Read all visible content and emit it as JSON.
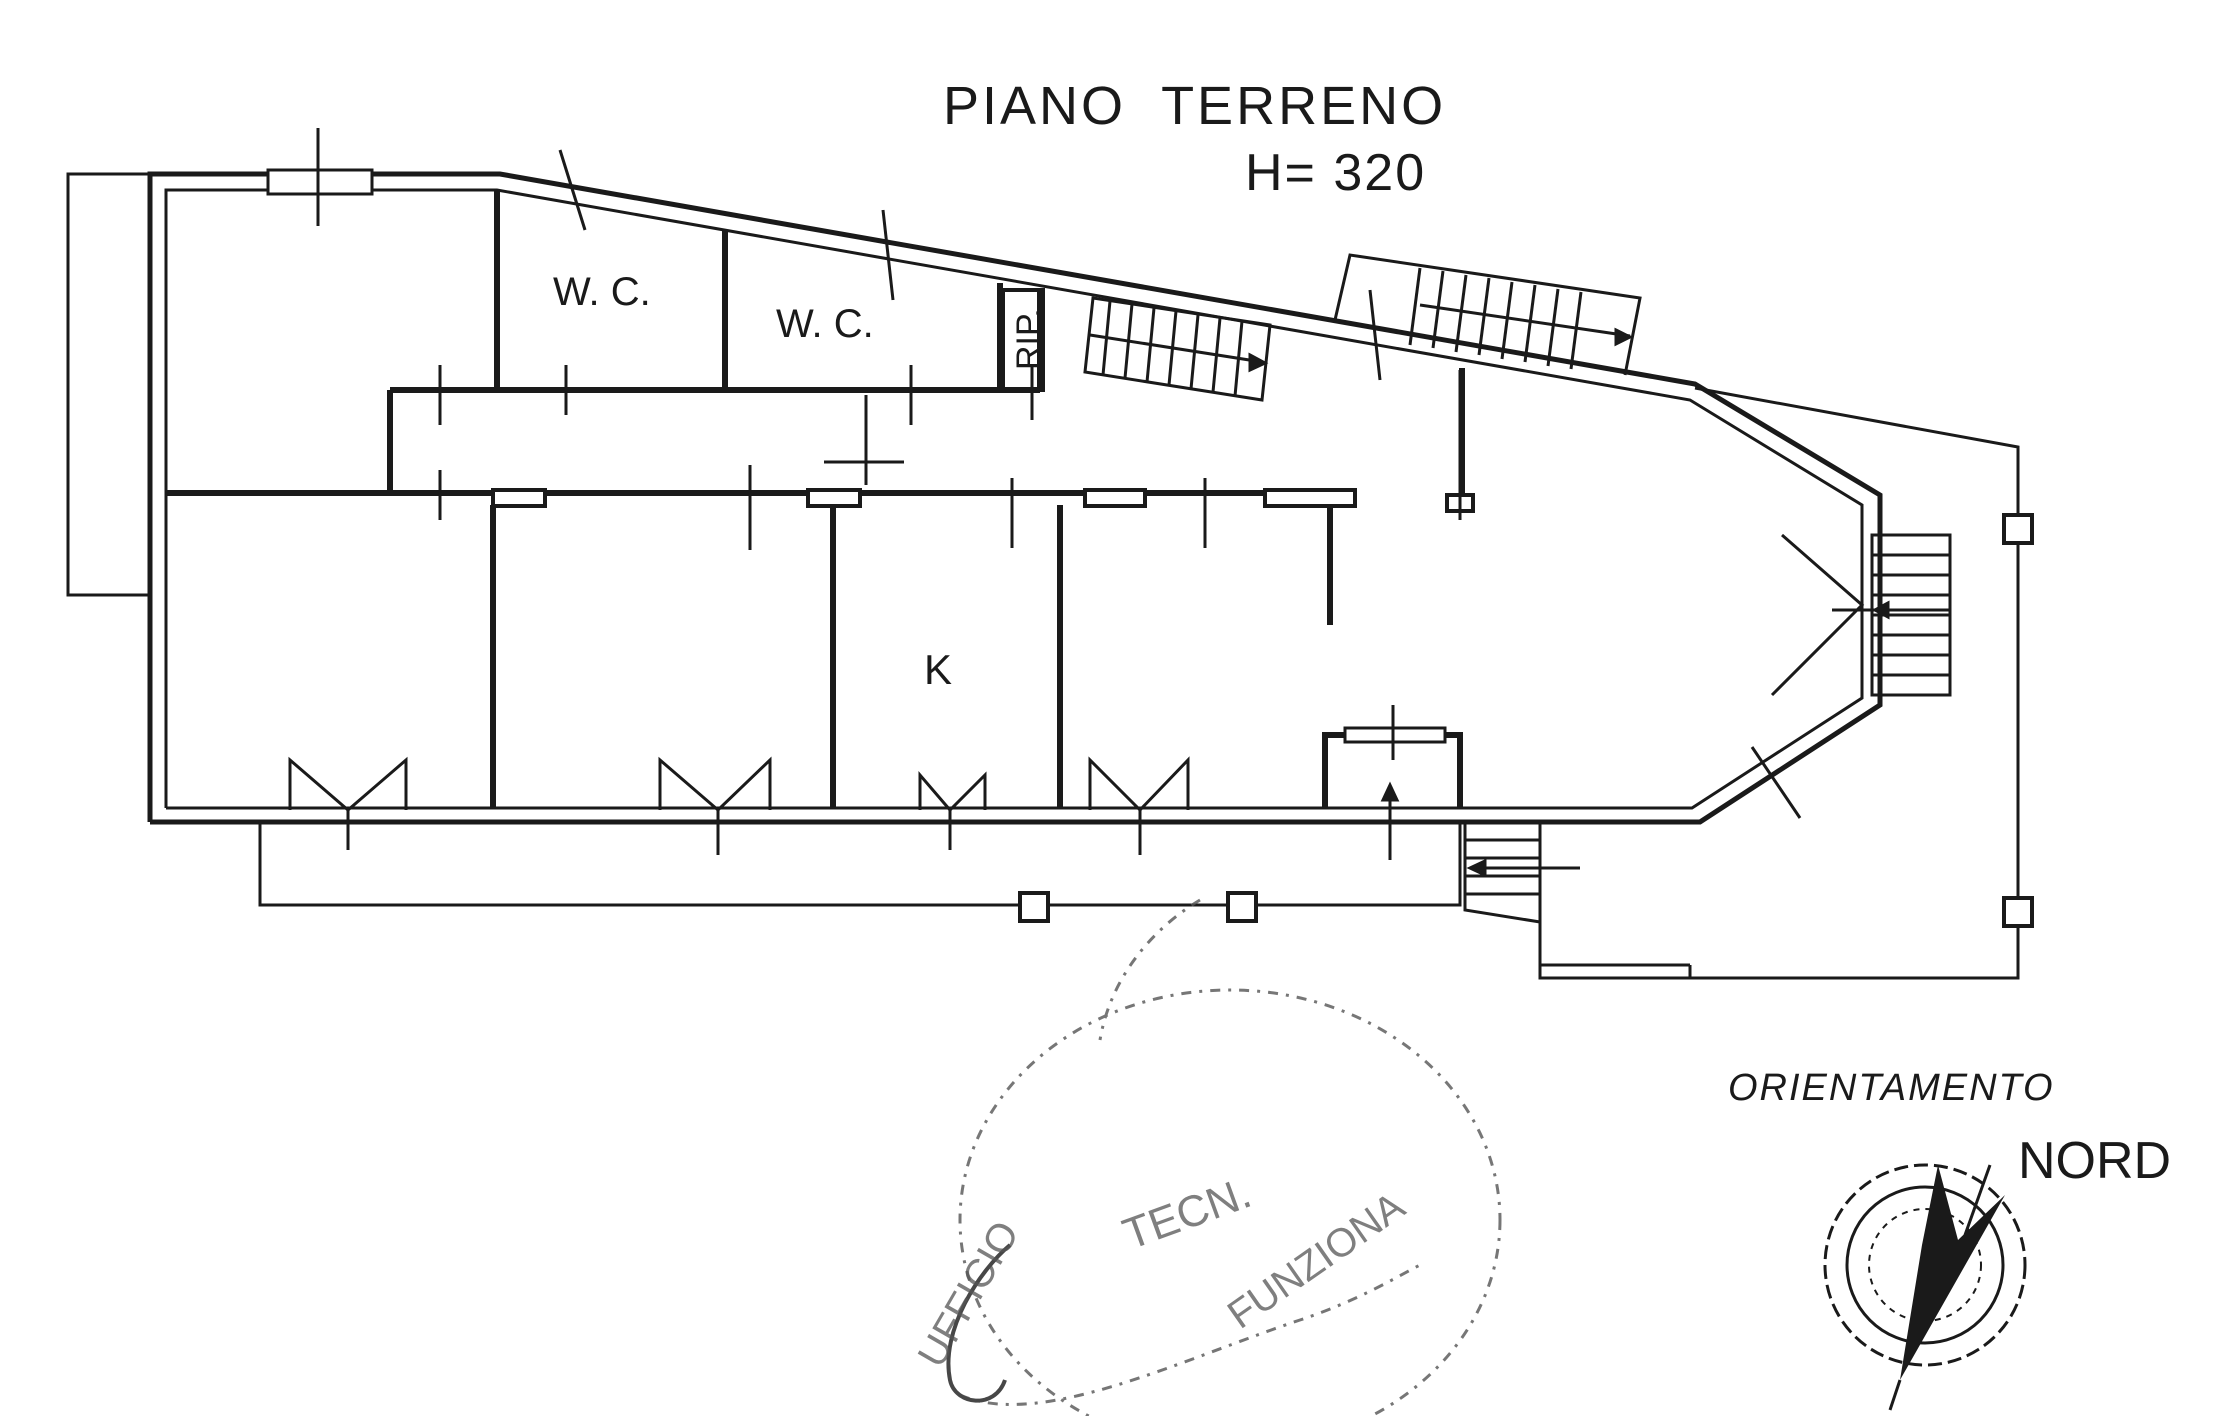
{
  "title": "PIANO  TERRENO",
  "height_note": "H= 320",
  "rooms": {
    "wc_1": "W. C.",
    "wc_2": "W. C.",
    "closet": "RIP.",
    "kitchen": "K"
  },
  "orientation": {
    "label": "ORIENTAMENTO",
    "north": "NORD"
  },
  "stamp": {
    "text": "UFFICIO TECNICO ... FUNZIONARIO"
  },
  "colors": {
    "ink": "#1a1a1a",
    "paper": "#ffffff"
  }
}
